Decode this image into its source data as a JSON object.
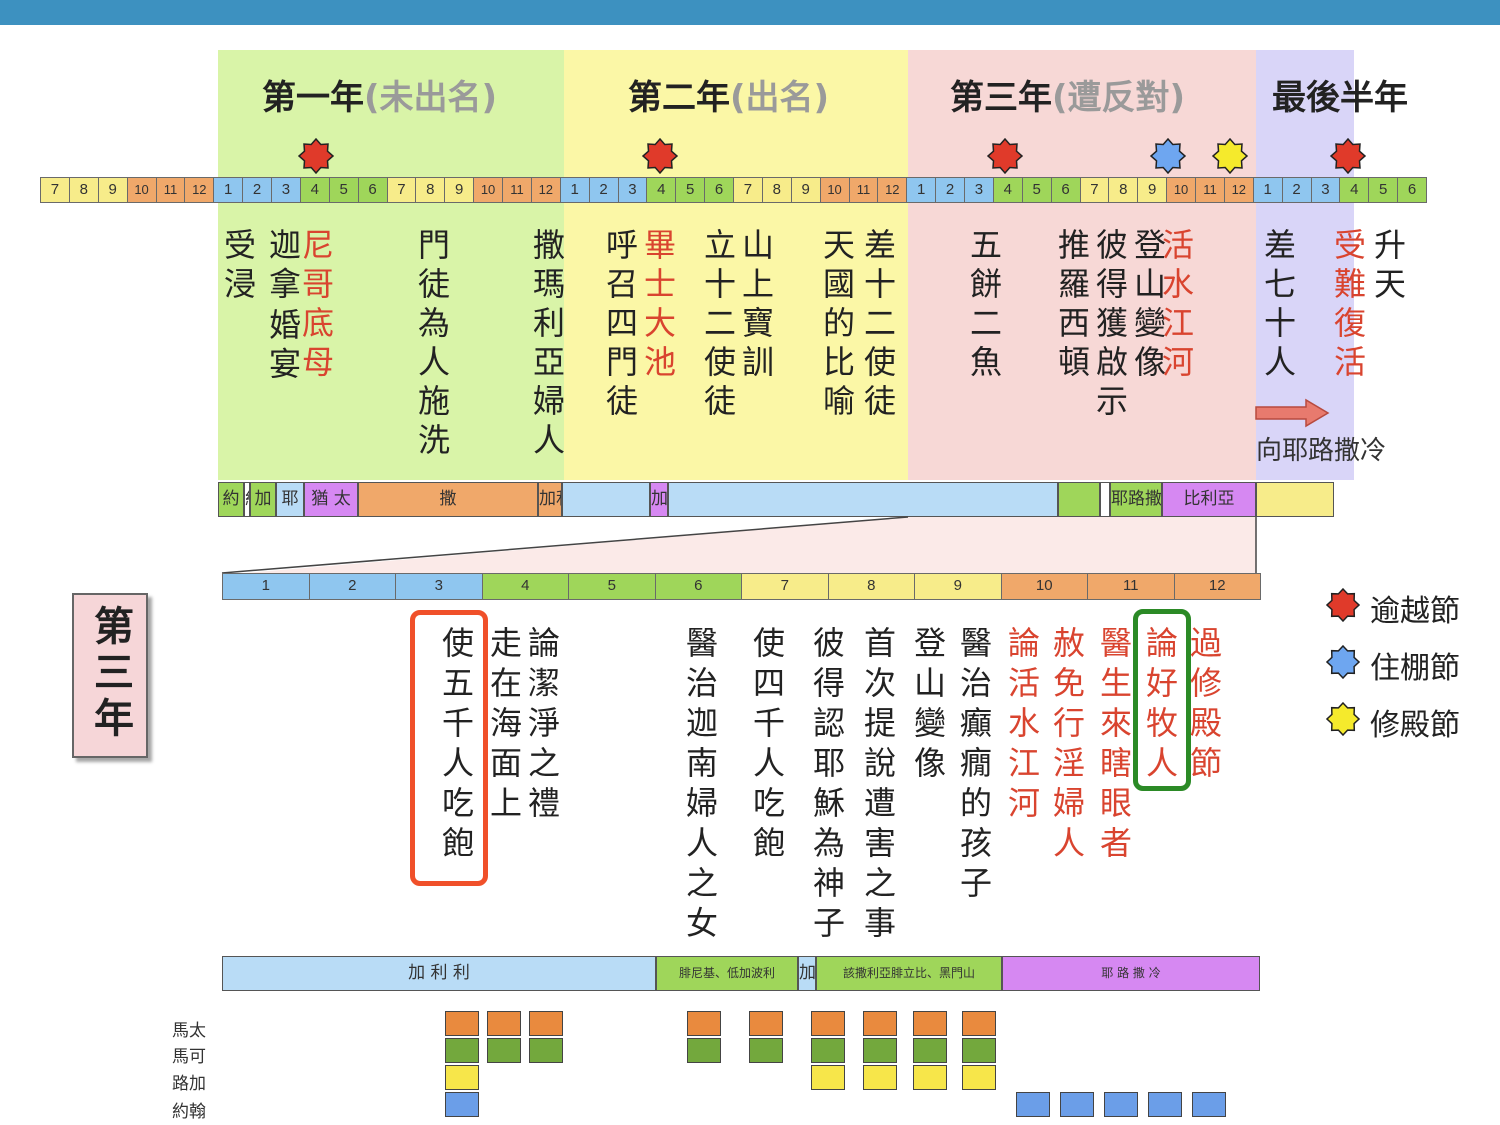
{
  "colors": {
    "top_bar": "#3d91c0",
    "bg_year1": "#d9f4a8",
    "bg_year2": "#fbf7a6",
    "bg_year3": "#f7d8d6",
    "bg_last": "#d9d5f8",
    "passover": "#e03a2a",
    "tabernacles": "#6ea6f0",
    "dedication": "#f5ea2c",
    "event_red": "#d9442f",
    "highlight_red": "#f0502a",
    "highlight_green": "#2b8a26"
  },
  "periods": [
    {
      "title": "第一年",
      "sub": "(未出名)"
    },
    {
      "title": "第二年",
      "sub": "(出名)"
    },
    {
      "title": "第三年",
      "sub": "(遭反對)"
    },
    {
      "title": "最後半年",
      "sub": ""
    }
  ],
  "month_cells": [
    "7",
    "8",
    "9",
    "10",
    "11",
    "12",
    "1",
    "2",
    "3",
    "4",
    "5",
    "6",
    "7",
    "8",
    "9",
    "10",
    "11",
    "12",
    "1",
    "2",
    "3",
    "4",
    "5",
    "6",
    "7",
    "8",
    "9",
    "10",
    "11",
    "12",
    "1",
    "2",
    "3",
    "4",
    "5",
    "6",
    "7",
    "8",
    "9",
    "10",
    "11",
    "12",
    "1",
    "2",
    "3",
    "4",
    "5",
    "6"
  ],
  "feast_marks": [
    {
      "type": "passover",
      "icon": "passover-mark-icon"
    },
    {
      "type": "passover",
      "icon": "passover-mark-icon"
    },
    {
      "type": "passover",
      "icon": "passover-mark-icon"
    },
    {
      "type": "tabernacles",
      "icon": "tabernacles-mark-icon"
    },
    {
      "type": "dedication",
      "icon": "dedication-mark-icon"
    },
    {
      "type": "passover",
      "icon": "passover-mark-icon"
    }
  ],
  "top_events": [
    {
      "text": "受浸",
      "color": "black"
    },
    {
      "text": "迦拿",
      "color": "black"
    },
    {
      "text": "尼哥底母",
      "color": "red"
    },
    {
      "text": "婚宴",
      "color": "black"
    },
    {
      "text": "門徒為人施洗",
      "color": "black"
    },
    {
      "text": "撒瑪利亞婦人",
      "color": "black"
    },
    {
      "text": "呼召四門徒",
      "color": "black"
    },
    {
      "text": "畢士大池",
      "color": "red"
    },
    {
      "text": "立十二使徒",
      "color": "black"
    },
    {
      "text": "山上寶訓",
      "color": "black"
    },
    {
      "text": "天國的比喻",
      "color": "black"
    },
    {
      "text": "差十二使徒",
      "color": "black"
    },
    {
      "text": "五餅二魚",
      "color": "black"
    },
    {
      "text": "推羅西頓",
      "color": "black"
    },
    {
      "text": "彼得獲啟示",
      "color": "black"
    },
    {
      "text": "登山變像",
      "color": "black"
    },
    {
      "text": "活水江河",
      "color": "red"
    },
    {
      "text": "差七十人",
      "color": "black"
    },
    {
      "text": "受難復活",
      "color": "red"
    },
    {
      "text": "升天",
      "color": "black"
    }
  ],
  "arrow_label": "向耶路撒冷",
  "region_bar": [
    "約",
    "約",
    "加",
    "耶",
    "猶 太",
    "撒",
    "加利利",
    "",
    "加 利 利",
    "",
    "",
    "",
    "耶路撒冷",
    "比利亞",
    ""
  ],
  "year3_label": "第三年",
  "year3_months": [
    "1",
    "2",
    "3",
    "4",
    "5",
    "6",
    "7",
    "8",
    "9",
    "10",
    "11",
    "12"
  ],
  "year3_events": [
    {
      "text": "使五千人吃飽",
      "color": "black"
    },
    {
      "text": "走在海面上",
      "color": "black"
    },
    {
      "text": "論潔淨之禮",
      "color": "black"
    },
    {
      "text": "醫治迦南婦人之女",
      "color": "black"
    },
    {
      "text": "使四千人吃飽",
      "color": "black"
    },
    {
      "text": "彼得認耶穌為神子",
      "color": "black"
    },
    {
      "text": "首次提說遭害之事",
      "color": "black"
    },
    {
      "text": "登山變像",
      "color": "black"
    },
    {
      "text": "醫治癲癇的孩子",
      "color": "black"
    },
    {
      "text": "論活水江河",
      "color": "red"
    },
    {
      "text": "赦免行淫婦人",
      "color": "red"
    },
    {
      "text": "醫生來瞎眼者",
      "color": "red"
    },
    {
      "text": "論好牧人",
      "color": "red"
    },
    {
      "text": "過修殿節",
      "color": "red"
    }
  ],
  "year3_region_bar": [
    "加 利 利",
    "腓尼基、低加波利",
    "加",
    "該撒利亞腓立比、黑門山",
    "耶 路 撒 冷"
  ],
  "gospels": [
    "馬太",
    "馬可",
    "路加",
    "約翰"
  ],
  "legend": [
    {
      "label": "逾越節",
      "icon": "passover-legend-icon"
    },
    {
      "label": "住棚節",
      "icon": "tabernacles-legend-icon"
    },
    {
      "label": "修殿節",
      "icon": "dedication-legend-icon"
    }
  ]
}
